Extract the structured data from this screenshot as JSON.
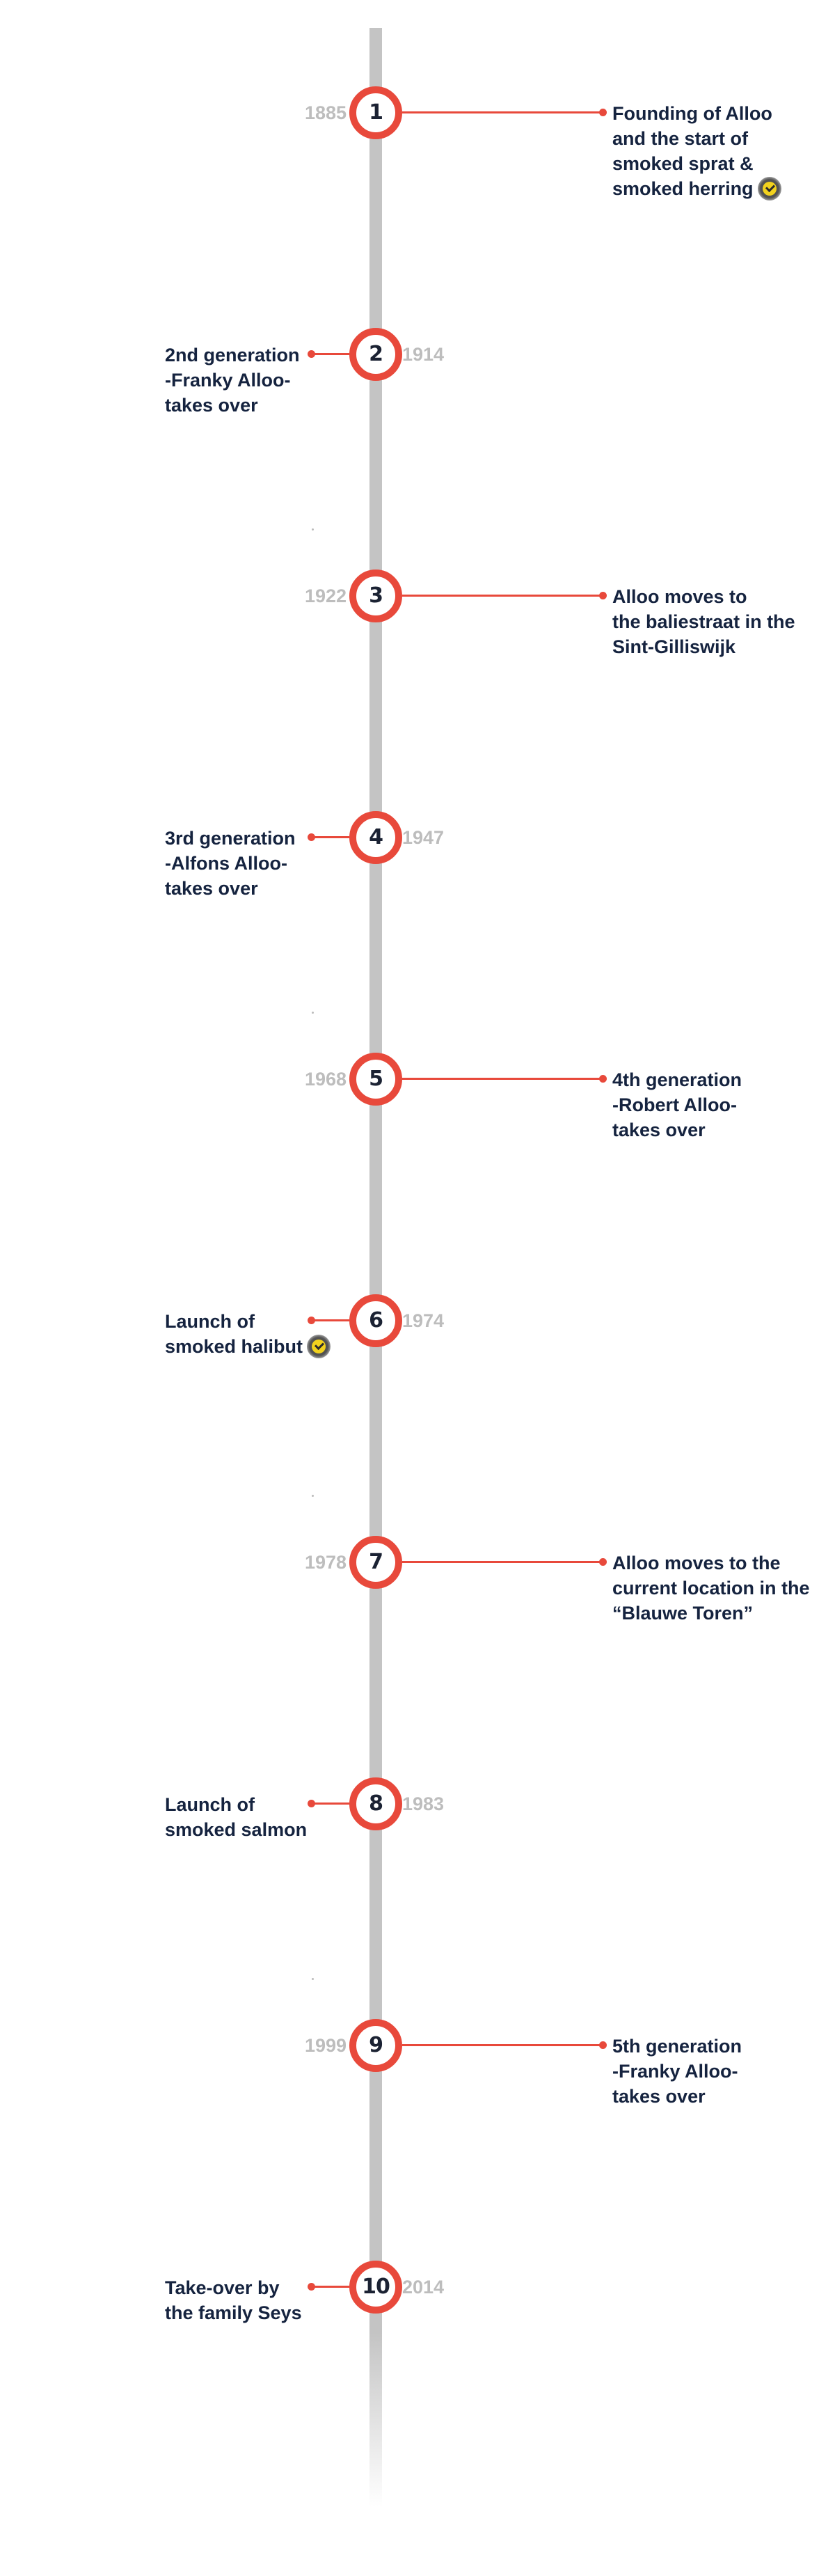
{
  "colors": {
    "accent": "#e8493b",
    "axis": "#c4c4c4",
    "year_text": "#bdbdbd",
    "label_text": "#15233f"
  },
  "milestones": [
    {
      "number": "1",
      "year": "1885",
      "side": "right",
      "lines": [
        "Founding of Alloo",
        "and the start of",
        "smoked sprat &",
        "smoked herring"
      ],
      "badge": "quality-seal-icon"
    },
    {
      "number": "2",
      "year": "1914",
      "side": "left",
      "lines": [
        "2nd generation",
        "-Franky Alloo-",
        "takes over"
      ]
    },
    {
      "number": "3",
      "year": "1922",
      "side": "right",
      "lines": [
        "Alloo moves to",
        "the baliestraat in the",
        "Sint-Gilliswijk"
      ]
    },
    {
      "number": "4",
      "year": "1947",
      "side": "left",
      "lines": [
        "3rd generation",
        "-Alfons Alloo-",
        "takes over"
      ]
    },
    {
      "number": "5",
      "year": "1968",
      "side": "right",
      "lines": [
        "4th generation",
        "-Robert Alloo-",
        "takes over"
      ]
    },
    {
      "number": "6",
      "year": "1974",
      "side": "left",
      "lines": [
        "Launch of",
        "smoked halibut"
      ],
      "badge": "quality-seal-icon"
    },
    {
      "number": "7",
      "year": "1978",
      "side": "right",
      "lines": [
        "Alloo moves to the",
        "current location in the",
        "“Blauwe Toren”"
      ]
    },
    {
      "number": "8",
      "year": "1983",
      "side": "left",
      "lines": [
        "Launch of",
        "smoked salmon"
      ]
    },
    {
      "number": "9",
      "year": "1999",
      "side": "right",
      "lines": [
        "5th generation",
        "-Franky Alloo-",
        "takes over"
      ]
    },
    {
      "number": "10",
      "year": "2014",
      "side": "left",
      "lines": [
        "Take-over by",
        "the family Seys"
      ]
    }
  ]
}
